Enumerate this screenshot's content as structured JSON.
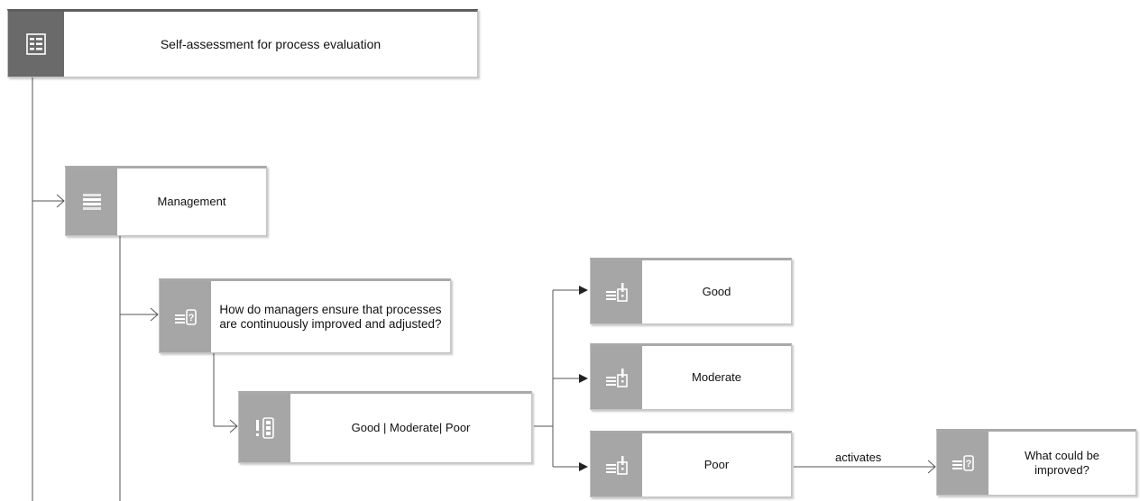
{
  "nodes": {
    "root": {
      "label": "Self-assessment for process evaluation",
      "icon": "questionnaire-icon"
    },
    "management": {
      "label": "Management",
      "icon": "section-icon"
    },
    "question": {
      "label": "How do managers ensure that processes are continuously improved and adjusted?",
      "icon": "question-icon"
    },
    "answer_set": {
      "label": "Good | Moderate| Poor",
      "icon": "answer-options-icon"
    },
    "answer_good": {
      "label": "Good",
      "icon": "answer-icon"
    },
    "answer_moderate": {
      "label": "Moderate",
      "icon": "answer-icon"
    },
    "answer_poor": {
      "label": "Poor",
      "icon": "answer-icon"
    },
    "followup": {
      "label": "What could be improved?",
      "icon": "question-icon"
    }
  },
  "connections": {
    "activates_label": "activates"
  },
  "colors": {
    "icon_bg": "#a6a6a6",
    "root_icon_bg": "#6a6a6a",
    "border": "#c4c4c4",
    "line": "#555555"
  }
}
